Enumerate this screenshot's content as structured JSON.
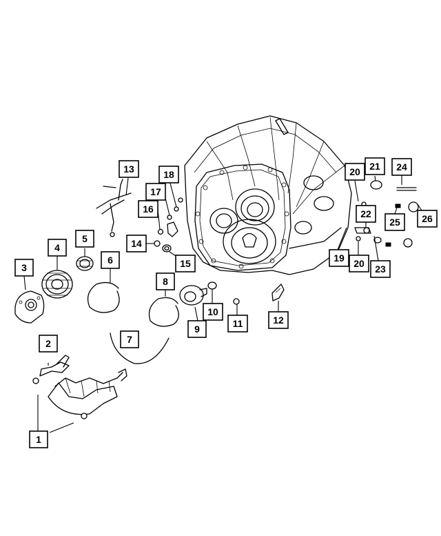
{
  "callouts": [
    {
      "id": "c1",
      "label": "1"
    },
    {
      "id": "c2",
      "label": "2"
    },
    {
      "id": "c3",
      "label": "3"
    },
    {
      "id": "c4",
      "label": "4"
    },
    {
      "id": "c5",
      "label": "5"
    },
    {
      "id": "c6",
      "label": "6"
    },
    {
      "id": "c7",
      "label": "7"
    },
    {
      "id": "c8",
      "label": "8"
    },
    {
      "id": "c9",
      "label": "9"
    },
    {
      "id": "c10",
      "label": "10"
    },
    {
      "id": "c11",
      "label": "11"
    },
    {
      "id": "c12",
      "label": "12"
    },
    {
      "id": "c13",
      "label": "13"
    },
    {
      "id": "c14",
      "label": "14"
    },
    {
      "id": "c15",
      "label": "15"
    },
    {
      "id": "c16",
      "label": "16"
    },
    {
      "id": "c17",
      "label": "17"
    },
    {
      "id": "c18",
      "label": "18"
    },
    {
      "id": "c19",
      "label": "19"
    },
    {
      "id": "c20a",
      "label": "20"
    },
    {
      "id": "c20b",
      "label": "20"
    },
    {
      "id": "c21",
      "label": "21"
    },
    {
      "id": "c22",
      "label": "22"
    },
    {
      "id": "c23",
      "label": "23"
    },
    {
      "id": "c24",
      "label": "24"
    },
    {
      "id": "c25",
      "label": "25"
    },
    {
      "id": "c26",
      "label": "26"
    }
  ]
}
